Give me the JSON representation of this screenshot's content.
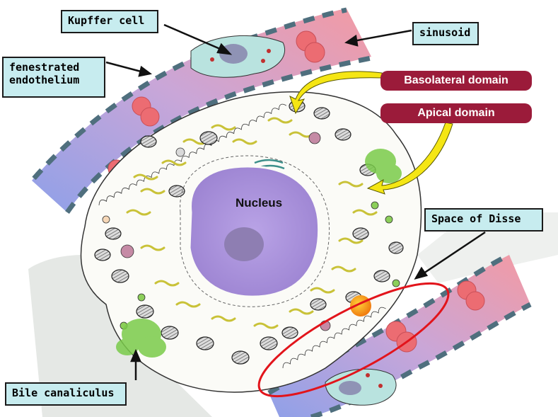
{
  "labels": {
    "kupffer": "Kupffer cell",
    "sinusoid": "sinusoid",
    "fenestrated": "fenestrated\nendothelium",
    "space_disse": "Space of Disse",
    "bile": "Bile canaliculus",
    "nucleus": "Nucleus"
  },
  "domains": {
    "basolateral": "Basolateral domain",
    "apical": "Apical domain"
  },
  "colors": {
    "domain_bg": "#9b1b3a",
    "label_bg": "#c7ecef",
    "highlight": "#e2141b",
    "arrow_yellow": "#f5e614",
    "nucleus": "#a88fd8"
  }
}
